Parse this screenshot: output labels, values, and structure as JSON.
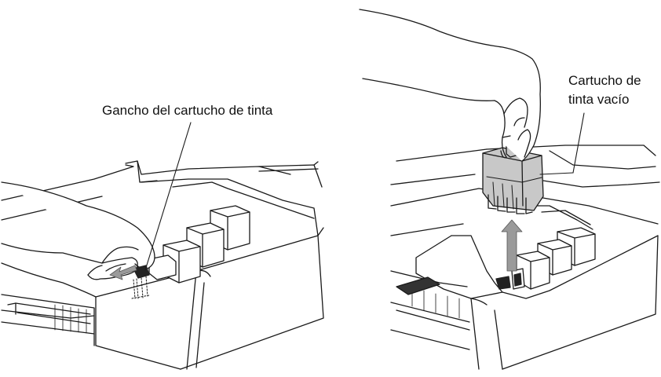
{
  "left_panel": {
    "callout_label": "Gancho del cartucho de tinta"
  },
  "right_panel": {
    "callout_label_line1": "Cartucho de",
    "callout_label_line2": "tinta vacío"
  },
  "colors": {
    "line": "#1a1a1a",
    "cartridge_fill": "#c8c8c8",
    "arrow_fill": "#9a9a9a",
    "dark_part": "#222222"
  }
}
